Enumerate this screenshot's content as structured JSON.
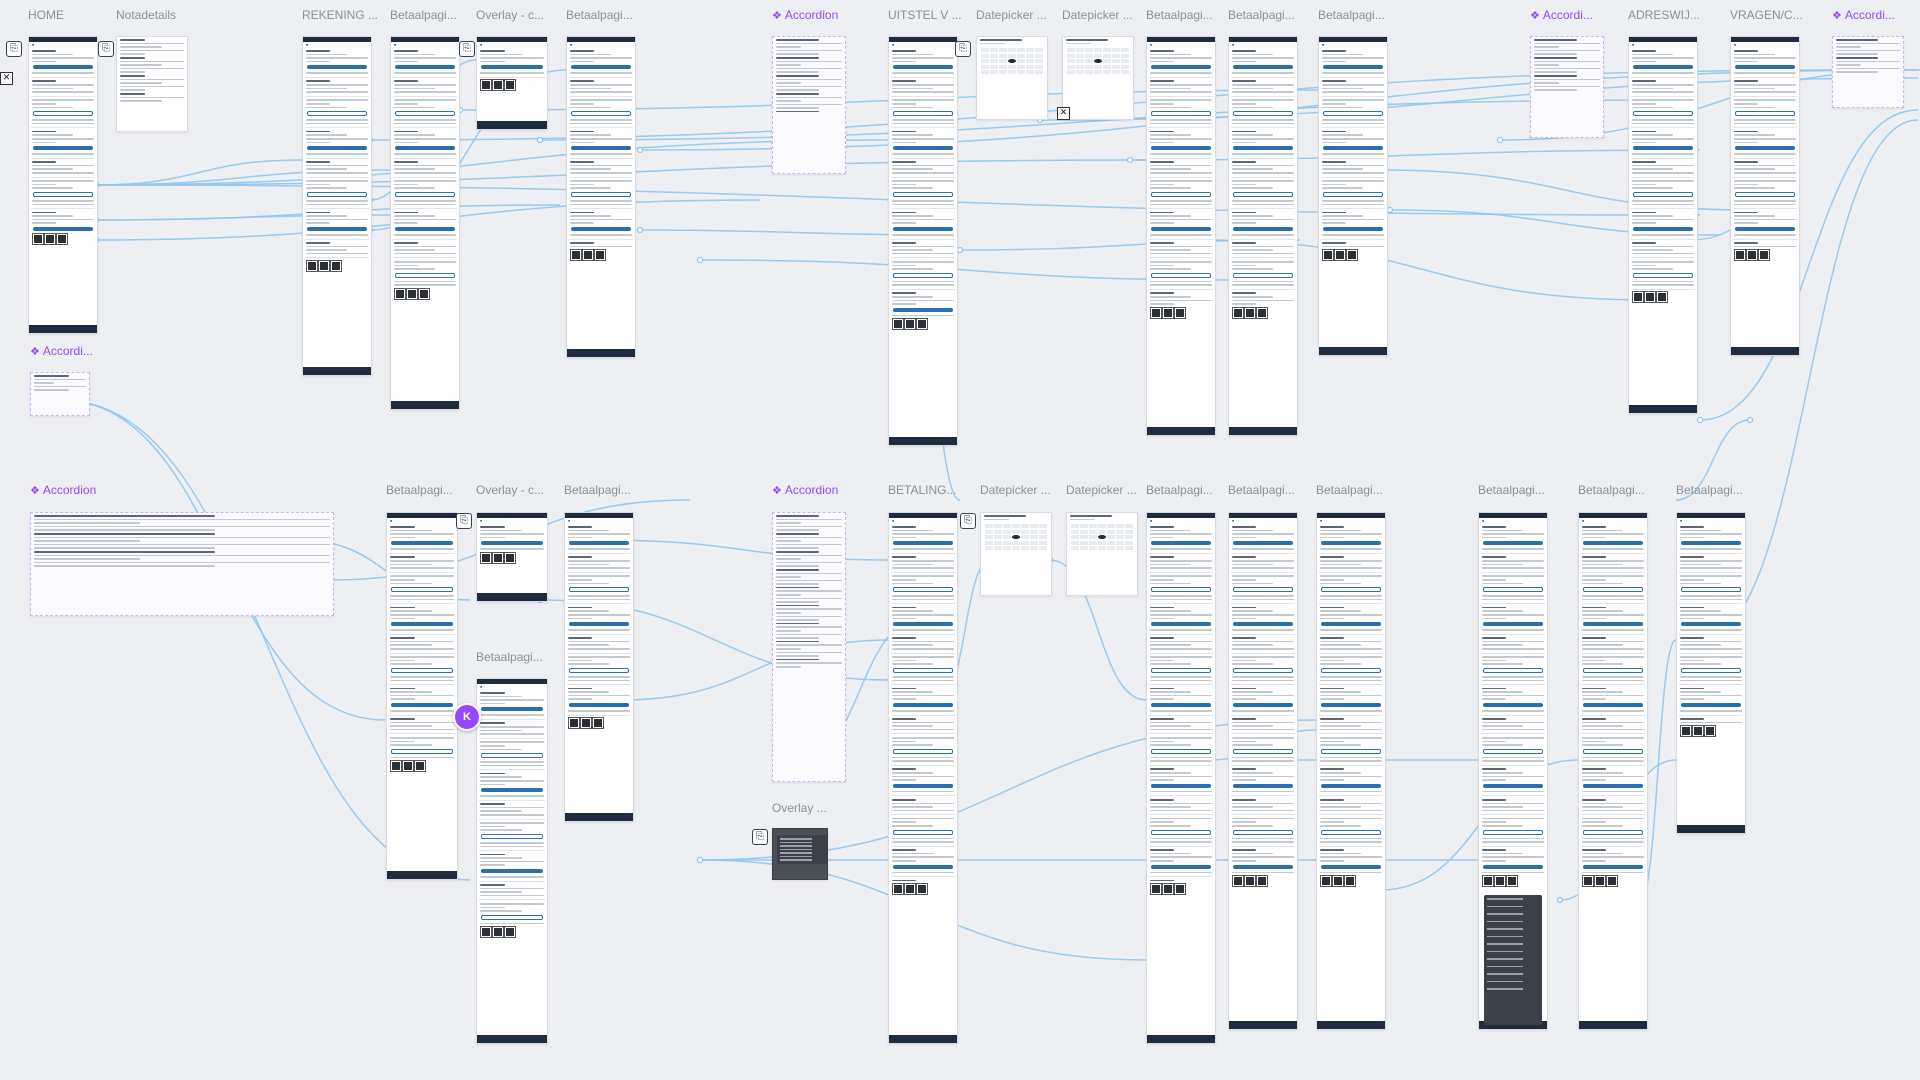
{
  "canvas": {
    "background": "#eeeff2",
    "connector_color": "#8ec5f0"
  },
  "avatar": {
    "initial": "K",
    "color": "#9747ff"
  },
  "frames": [
    {
      "label": "HOME",
      "kind": "screen"
    },
    {
      "label": "Notadetails",
      "kind": "document"
    },
    {
      "label": "REKENING ...",
      "kind": "screen"
    },
    {
      "label": "Betaalpagi...",
      "kind": "screen"
    },
    {
      "label": "Overlay - c...",
      "kind": "screen"
    },
    {
      "label": "Betaalpagi...",
      "kind": "screen"
    },
    {
      "label": "Accordion",
      "kind": "component"
    },
    {
      "label": "UITSTEL V ...",
      "kind": "screen"
    },
    {
      "label": "Datepicker ...",
      "kind": "datepicker"
    },
    {
      "label": "Datepicker ...",
      "kind": "datepicker"
    },
    {
      "label": "Betaalpagi...",
      "kind": "screen"
    },
    {
      "label": "Betaalpagi...",
      "kind": "screen"
    },
    {
      "label": "Betaalpagi...",
      "kind": "screen"
    },
    {
      "label": "Accordi...",
      "kind": "component"
    },
    {
      "label": "ADRESWIJ...",
      "kind": "screen"
    },
    {
      "label": "VRAGEN/C...",
      "kind": "screen"
    },
    {
      "label": "Accordi...",
      "kind": "component"
    },
    {
      "label": "Accordi...",
      "kind": "component"
    },
    {
      "label": "Accordion",
      "kind": "component"
    },
    {
      "label": "Betaalpagi...",
      "kind": "screen"
    },
    {
      "label": "Overlay - c...",
      "kind": "screen"
    },
    {
      "label": "Betaalpagi...",
      "kind": "screen"
    },
    {
      "label": "Betaalpagi...",
      "kind": "screen"
    },
    {
      "label": "Accordion",
      "kind": "component"
    },
    {
      "label": "BETALING...",
      "kind": "screen"
    },
    {
      "label": "Datepicker ...",
      "kind": "datepicker"
    },
    {
      "label": "Datepicker ...",
      "kind": "datepicker"
    },
    {
      "label": "Betaalpagi...",
      "kind": "screen"
    },
    {
      "label": "Betaalpagi...",
      "kind": "screen"
    },
    {
      "label": "Betaalpagi...",
      "kind": "screen"
    },
    {
      "label": "Betaalpagi...",
      "kind": "screen"
    },
    {
      "label": "Betaalpagi...",
      "kind": "screen"
    },
    {
      "label": "Betaalpagi...",
      "kind": "screen"
    },
    {
      "label": "Overlay ...",
      "kind": "overlay"
    }
  ]
}
